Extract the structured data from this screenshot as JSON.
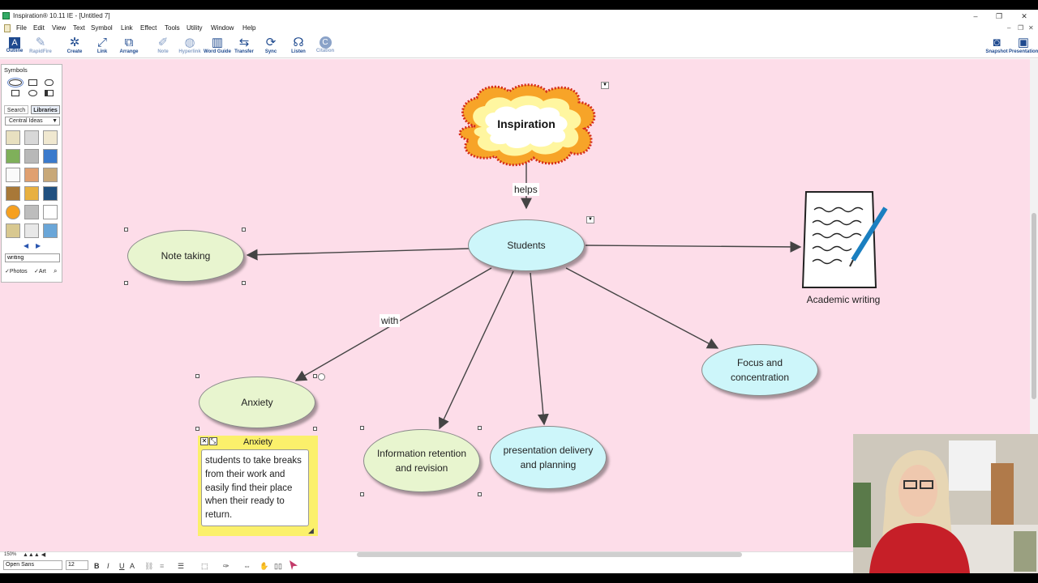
{
  "window": {
    "title": "Inspiration® 10.11 IE - [Untitled 7]",
    "controls": {
      "minimize": "–",
      "restore": "❐",
      "close": "✕"
    }
  },
  "menu": [
    "File",
    "Edit",
    "View",
    "Text",
    "Symbol",
    "Link",
    "Effect",
    "Tools",
    "Utility",
    "Window",
    "Help"
  ],
  "toolbar": {
    "outline": "Outline",
    "rapidfire": "RapidFire",
    "create": "Create",
    "link": "Link",
    "arrange": "Arrange",
    "note": "Note",
    "hyperlink": "Hyperlink",
    "word_guide": "Word Guide",
    "transfer": "Transfer",
    "sync": "Sync",
    "listen": "Listen",
    "citation": "Citation",
    "snapshot": "Snapshot",
    "presentation": "Presentation"
  },
  "palette": {
    "title": "Symbols",
    "tabs": {
      "search": "Search",
      "libraries": "Libraries"
    },
    "library": "Central Ideas",
    "search_value": "writing",
    "filters": {
      "photos": "Photos",
      "art": "Art"
    }
  },
  "diagram": {
    "main_idea": "Inspiration",
    "nodes": {
      "students": "Students",
      "note_taking": "Note taking",
      "anxiety": "Anxiety",
      "info_retention": "Information retention and revision",
      "presentation": "presentation delivery and planning",
      "focus": "Focus and concentration",
      "academic_writing": "Academic writing"
    },
    "link_labels": {
      "helps": "helps",
      "with": "with"
    },
    "note": {
      "title": "Anxiety",
      "body": "students to take breaks from their work and easily find their place when their ready to return."
    }
  },
  "statusbar": {
    "zoom": "150%",
    "font": "Open Sans",
    "size": "12",
    "bold": "B",
    "italic": "I",
    "underline": "U"
  },
  "colors": {
    "canvas": "#fddde9",
    "green_node": "#e8f5cf",
    "cyan_node": "#cdf6fa",
    "note": "#fbf06b"
  }
}
